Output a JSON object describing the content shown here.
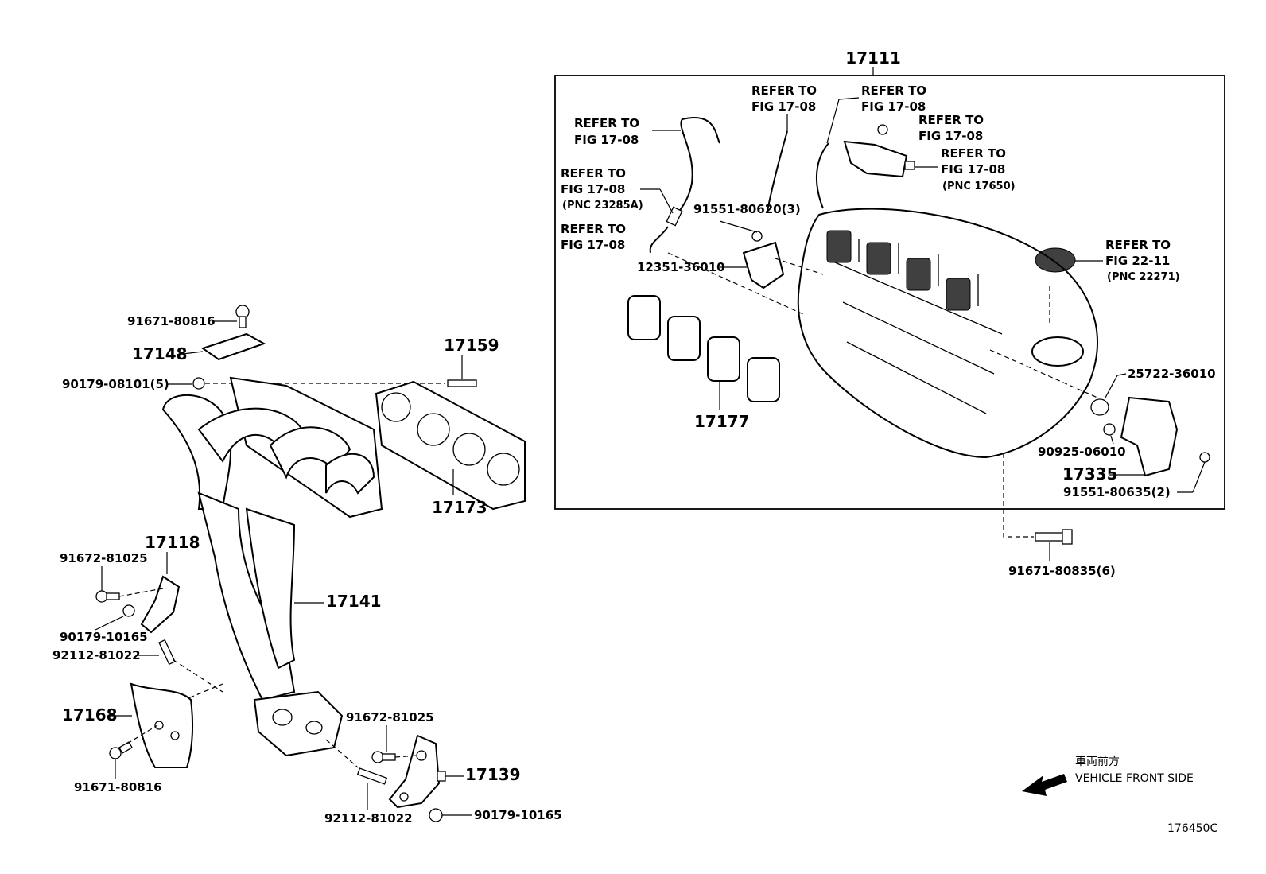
{
  "labels": {
    "assembly_17111": "17111",
    "refer_to": "REFER TO",
    "fig_17_08": "FIG 17-08",
    "fig_22_11": "FIG 22-11",
    "pnc_23285a": "(PNC 23285A)",
    "pnc_17650": "(PNC 17650)",
    "pnc_22271": "(PNC 22271)",
    "p_91551_80620": "91551-80620(3)",
    "p_12351_36010": "12351-36010",
    "p_17177": "17177",
    "p_25722_36010": "25722-36010",
    "p_90925_06010": "90925-06010",
    "p_17335": "17335",
    "p_91551_80635": "91551-80635(2)",
    "p_91671_80835": "91671-80835(6)",
    "p_91671_80816_top": "91671-80816",
    "p_17148": "17148",
    "p_90179_08101": "90179-08101(5)",
    "p_17159": "17159",
    "p_17173": "17173",
    "p_17118": "17118",
    "p_91672_81025_left": "91672-81025",
    "p_90179_10165_left": "90179-10165",
    "p_92112_81022_left": "92112-81022",
    "p_17141": "17141",
    "p_17168": "17168",
    "p_91671_80816_bottom": "91671-80816",
    "p_91672_81025_right": "91672-81025",
    "p_17139": "17139",
    "p_92112_81022_bottom": "92112-81022",
    "p_90179_10165_bottom": "90179-10165",
    "front_jp": "車両前方",
    "front_en": "VEHICLE FRONT SIDE",
    "diagram_code": "176450C"
  },
  "icons": {
    "front_arrow": "arrow-left-down-icon"
  }
}
